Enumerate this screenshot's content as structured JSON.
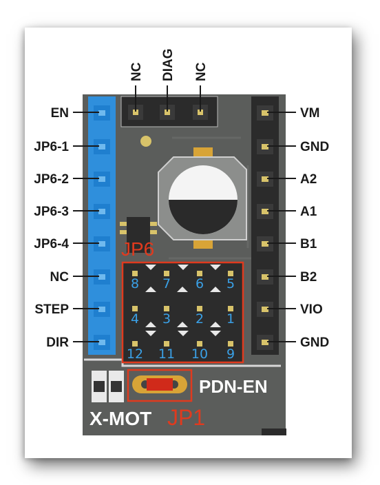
{
  "top_pins": [
    "NC",
    "DIAG",
    "NC"
  ],
  "left_pins": [
    "EN",
    "JP6-1",
    "JP6-2",
    "JP6-3",
    "JP6-4",
    "NC",
    "STEP",
    "DIR"
  ],
  "right_pins": [
    "VM",
    "GND",
    "A2",
    "A1",
    "B1",
    "B2",
    "VIO",
    "GND"
  ],
  "jp6": {
    "label": "JP6",
    "row1": [
      "8",
      "7",
      "6",
      "5"
    ],
    "row2": [
      "4",
      "3",
      "2",
      "1"
    ],
    "row3": [
      "12",
      "11",
      "10",
      "9"
    ]
  },
  "silkscreen": {
    "pdn_en": "PDN-EN",
    "x_mot": "X-MOT",
    "jp1": "JP1"
  },
  "colors": {
    "board": "#5a5c5a",
    "header_blue": "#2f8fdc",
    "header_dark": "#2b2b2b",
    "label_red": "#e03a1e",
    "number_blue": "#3aa0e6"
  }
}
